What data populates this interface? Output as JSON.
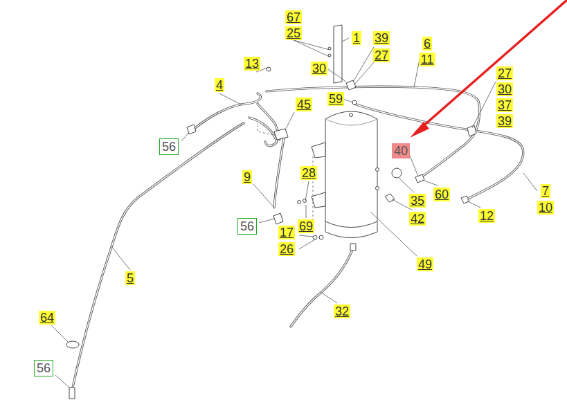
{
  "diagram": {
    "labels": [
      "67",
      "25",
      "1",
      "39",
      "27",
      "30",
      "13",
      "6",
      "11",
      "59",
      "45",
      "4",
      "27",
      "30",
      "37",
      "39",
      "40",
      "56",
      "9",
      "28",
      "69",
      "17",
      "26",
      "56",
      "35",
      "60",
      "42",
      "12",
      "7",
      "10",
      "49",
      "5",
      "32",
      "64",
      "56"
    ]
  }
}
